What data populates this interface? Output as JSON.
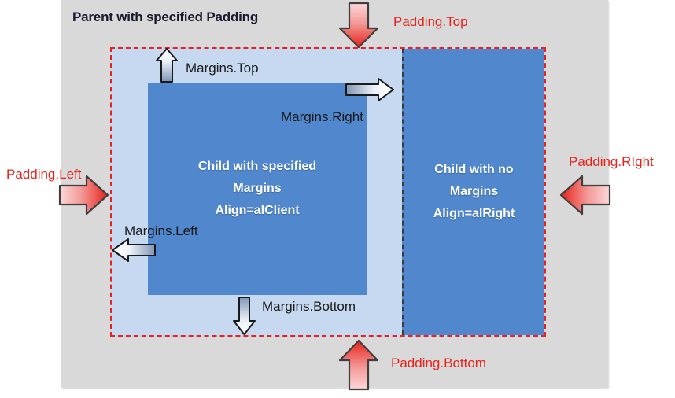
{
  "diagram": {
    "title": "Parent with specified Padding",
    "parent": {
      "label": "Parent with specified Padding",
      "fill_color": "#d9d9d9"
    },
    "client_area": {
      "fill_color": "#c6d9f1",
      "border_color": "#e8221a",
      "border_style": "dashed"
    },
    "children": [
      {
        "name": "child-align-client",
        "lines": [
          "Child with specified",
          "Margins",
          "Align=alClient"
        ],
        "fill_color": "#5087cd",
        "text_color": "#ffffff"
      },
      {
        "name": "child-align-right",
        "lines": [
          "Child with no",
          "Margins",
          "Align=alRight"
        ],
        "fill_color": "#5087cd",
        "text_color": "#ffffff"
      }
    ],
    "padding_labels": {
      "top": "Padding.Top",
      "right": "Padding.RIght",
      "bottom": "Padding.Bottom",
      "left": "Padding.Left",
      "color": "#e8221a"
    },
    "margin_labels": {
      "top": "Margins.Top",
      "right": "Margins.Right",
      "bottom": "Margins.Bottom",
      "left": "Margins.Left",
      "color": "#1a1a1a"
    },
    "arrows": {
      "padding_arrow_gradient_from": "#fbd5d5",
      "padding_arrow_gradient_to": "#e8221a",
      "padding_arrow_outline": "#3f3f3f",
      "margin_arrow_gradient_from": "#7f95b5",
      "margin_arrow_gradient_to": "#ffffff",
      "margin_arrow_outline": "#1a1a1a",
      "padding_top_direction": "down",
      "padding_bottom_direction": "up",
      "padding_left_direction": "right",
      "padding_right_direction": "left",
      "margins_top_direction": "up",
      "margins_bottom_direction": "down",
      "margins_left_direction": "left",
      "margins_right_direction": "right"
    }
  }
}
